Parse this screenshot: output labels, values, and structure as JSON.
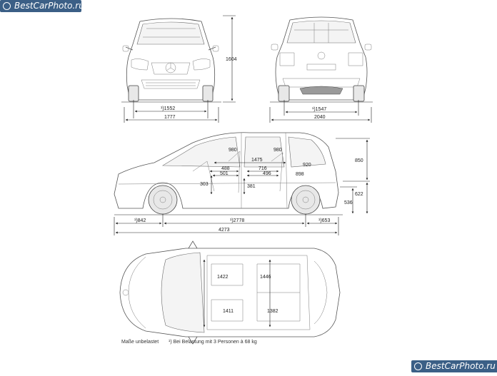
{
  "watermark": {
    "top": "BestCarPhoto.ru",
    "bottom": "BestCarPhoto.ru"
  },
  "front_view": {
    "height": "1604",
    "track": "¹)1552",
    "width": "1777"
  },
  "rear_view": {
    "track": "¹)1547",
    "width_mirrors": "2040"
  },
  "side_view": {
    "head_front": "980",
    "head_rear": "980",
    "shoulder_front": "1475",
    "shoulder_rear": "920",
    "legroom_front": "488",
    "legroom_front2": "501",
    "legroom_rear": "716",
    "legroom_rear2": "496",
    "rear_overhang_inner": "898",
    "seat_height": "303",
    "seat_height_rear": "381",
    "roof_rail": "850",
    "boot_height": "622",
    "sill_height": "536",
    "front_overhang": "¹)842",
    "wheelbase": "¹)2778",
    "rear_overhang": "¹)653",
    "length": "4273"
  },
  "top_view": {
    "front_elbow": "1422",
    "rear_elbow": "1446",
    "front_hip": "1411",
    "rear_hip": "1382"
  },
  "footer": {
    "note": "Maße unbelastet",
    "footnote": "¹) Bei Belastung mit 3 Personen à 68 kg"
  }
}
